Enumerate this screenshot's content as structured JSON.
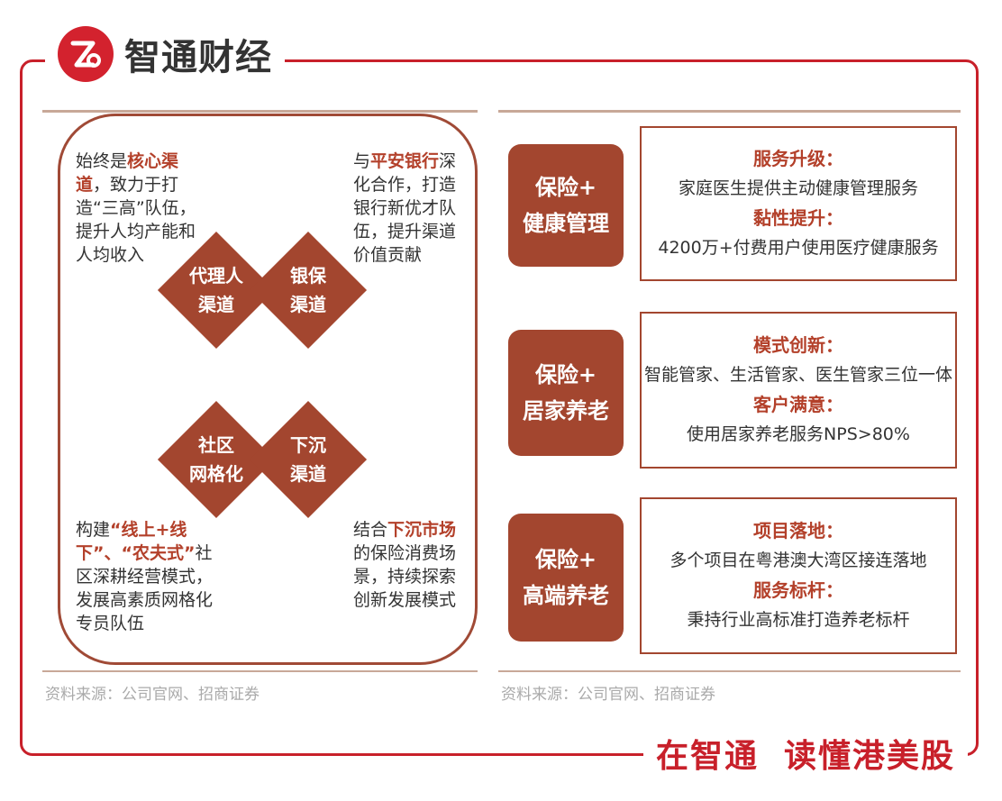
{
  "brand": {
    "logo_name": "智通财经",
    "slogan_part1": "在智通",
    "slogan_part2": "读懂港美股",
    "accent_color": "#c8202a"
  },
  "left_panel": {
    "diamonds": [
      {
        "line1": "代理人",
        "line2": "渠道"
      },
      {
        "line1": "银保",
        "line2": "渠道"
      },
      {
        "line1": "社区",
        "line2": "网格化"
      },
      {
        "line1": "下沉",
        "line2": "渠道"
      }
    ],
    "top_left": {
      "pre": "始终是",
      "hl": "核心渠道",
      "post": "，致力于打造“三高”队伍，提升人均产能和人均收入"
    },
    "top_right": {
      "pre": "与",
      "hl": "平安银行",
      "post": "深化合作，打造银行新优才队伍，提升渠道价值贡献"
    },
    "bottom_left": {
      "pre": "构建",
      "hl": "“线上+线下”、“农夫式”",
      "post": "社区深耕经营模式，发展高素质网格化专员队伍"
    },
    "bottom_right": {
      "pre": "结合",
      "hl": "下沉市场",
      "post": "的保险消费场景，持续探索创新发展模式"
    },
    "source": "资料来源：公司官网、招商证券"
  },
  "right_panel": {
    "rows": [
      {
        "box_line1": "保险+",
        "box_line2": "健康管理",
        "h1": "服务升级：",
        "b1": "家庭医生提供主动健康管理服务",
        "h2": "黏性提升：",
        "b2": "4200万+付费用户使用医疗健康服务"
      },
      {
        "box_line1": "保险+",
        "box_line2": "居家养老",
        "h1": "模式创新：",
        "b1": "智能管家、生活管家、医生管家三位一体",
        "h2": "客户满意：",
        "b2": "使用居家养老服务NPS>80%"
      },
      {
        "box_line1": "保险+",
        "box_line2": "高端养老",
        "h1": "项目落地：",
        "b1": "多个项目在粤港澳大湾区接连落地",
        "h2": "服务标杆：",
        "b2": "秉持行业高标准打造养老标杆"
      }
    ],
    "source": "资料来源：公司官网、招商证券"
  }
}
